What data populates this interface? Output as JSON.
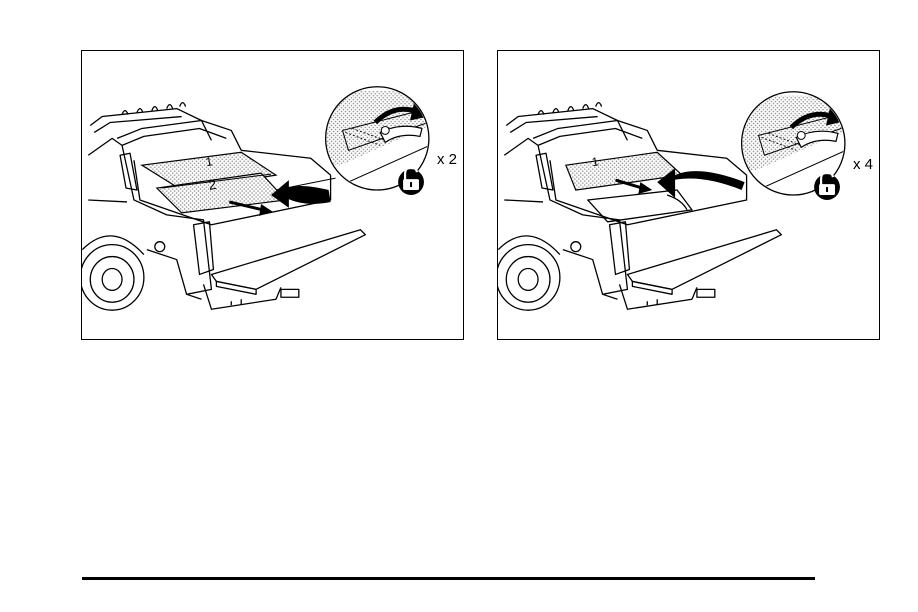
{
  "figures": [
    {
      "id": "left",
      "multiplier_label": "x 2",
      "panel_number_labels": [
        "1",
        "2"
      ]
    },
    {
      "id": "right",
      "multiplier_label": "x 4",
      "panel_number_labels": [
        "1"
      ]
    }
  ],
  "icons": [
    "truck-bed-illustration",
    "unlock-icon",
    "curved-arrow-icon",
    "straight-arrow-icon",
    "latch-handle-icon"
  ],
  "colors": {
    "line": "#000000",
    "background": "#ffffff",
    "stipple": "#bdbdbd"
  }
}
